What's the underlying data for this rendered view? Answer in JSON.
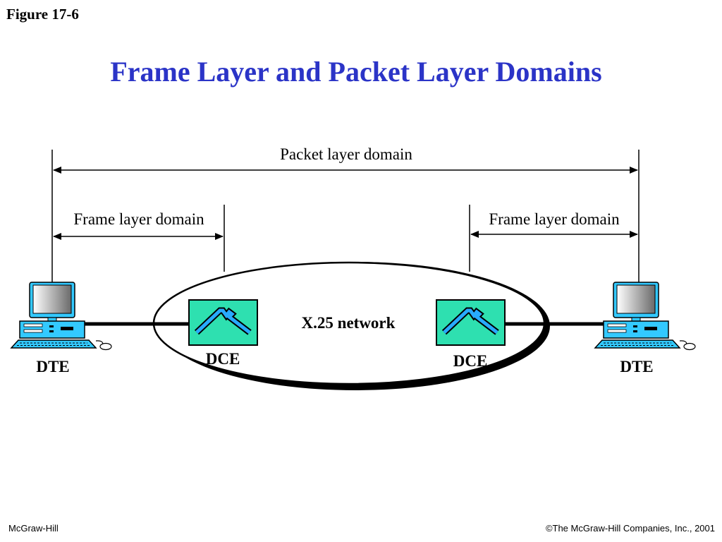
{
  "figure_label": "Figure 17-6",
  "title": "Frame Layer and Packet Layer Domains",
  "labels": {
    "packet_domain": "Packet layer domain",
    "frame_domain_left": "Frame layer domain",
    "frame_domain_right": "Frame layer domain",
    "network": "X.25 network",
    "dce_left": "DCE",
    "dce_right": "DCE",
    "dte_left": "DTE",
    "dte_right": "DTE"
  },
  "colors": {
    "title": "#2b34c7",
    "dce_fill": "#2ee0b0",
    "monitor_screen": "#9a9a9a",
    "computer_body": "#33c9ff"
  },
  "icons": {
    "dte": "desktop-computer-icon",
    "dce": "switch-icon"
  },
  "footer": {
    "publisher": "McGraw-Hill",
    "copyright": "©The McGraw-Hill Companies, Inc., 2001"
  }
}
